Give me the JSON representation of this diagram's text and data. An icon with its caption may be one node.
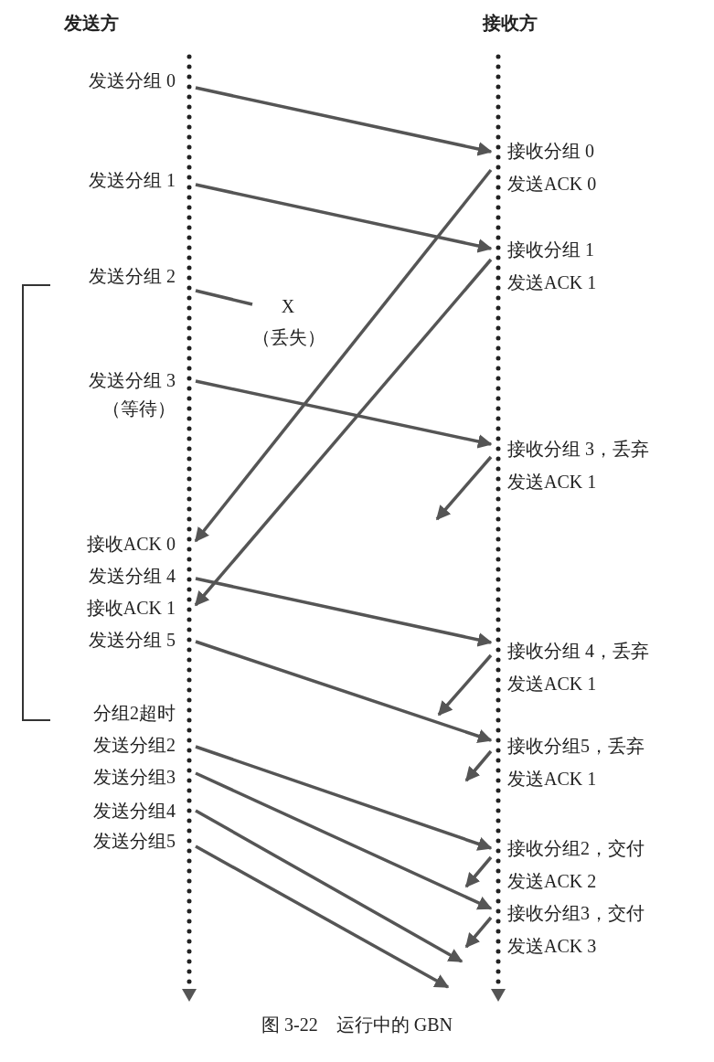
{
  "diagram": {
    "caption": "图 3-22　运行中的 GBN",
    "nodes": [
      {
        "text": [
          "发送分组 0"
        ]
      },
      {
        "text": [
          "发送分组 1"
        ]
      },
      {
        "text": [
          "发送分组 2"
        ]
      },
      {
        "text": [
          "X",
          "（丢失）"
        ]
      },
      {
        "text": [
          "发送分组 3",
          "（等待）"
        ]
      },
      {
        "text": [
          "接收ACK 0"
        ]
      },
      {
        "text": [
          "发送分组 4"
        ]
      },
      {
        "text": [
          "接收ACK 1"
        ]
      },
      {
        "text": [
          "发送分组 5"
        ]
      },
      {
        "text": [
          "分组2超时"
        ]
      },
      {
        "text": [
          "发送分组2"
        ]
      },
      {
        "text": [
          "发送分组3"
        ]
      },
      {
        "text": [
          "发送分组4"
        ]
      },
      {
        "text": [
          "发送分组5"
        ]
      },
      {
        "text": [
          "接收分组 0",
          "发送ACK 0"
        ]
      },
      {
        "text": [
          "接收分组 1",
          "发送ACK 1"
        ]
      },
      {
        "text": [
          "接收分组 3，丢弃",
          "发送ACK 1"
        ]
      },
      {
        "text": [
          "接收分组 4，丢弃",
          "发送ACK 1"
        ]
      },
      {
        "text": [
          "接收分组5，丢弃",
          "发送ACK 1"
        ]
      },
      {
        "text": [
          "接收分组2，交付",
          "发送ACK 2"
        ]
      },
      {
        "text": [
          "接收分组3，交付",
          "发送ACK 3"
        ]
      }
    ],
    "edges": [
      {
        "from": 0,
        "to": 14,
        "arrow": "to"
      },
      {
        "from": 1,
        "to": 15,
        "arrow": "to"
      },
      {
        "from": 2,
        "to": 3,
        "arrow": "none"
      },
      {
        "from": 4,
        "to": 16,
        "arrow": "to"
      },
      {
        "from": 14,
        "to": 5,
        "arrow": "to"
      },
      {
        "from": 15,
        "to": 7,
        "arrow": "to"
      },
      {
        "from": 16,
        "to": null,
        "arrow": "to"
      },
      {
        "from": 6,
        "to": 17,
        "arrow": "to"
      },
      {
        "from": 17,
        "to": null,
        "arrow": "to"
      },
      {
        "from": 8,
        "to": 18,
        "arrow": "to"
      },
      {
        "from": 18,
        "to": null,
        "arrow": "to"
      },
      {
        "from": 10,
        "to": 19,
        "arrow": "to"
      },
      {
        "from": 19,
        "to": null,
        "arrow": "to"
      },
      {
        "from": 11,
        "to": 20,
        "arrow": "to"
      },
      {
        "from": 20,
        "to": null,
        "arrow": "to"
      },
      {
        "from": 12,
        "to": null,
        "arrow": "to"
      },
      {
        "from": 13,
        "to": null,
        "arrow": "to"
      }
    ],
    "labels": [
      "发送方",
      "接收方"
    ]
  }
}
